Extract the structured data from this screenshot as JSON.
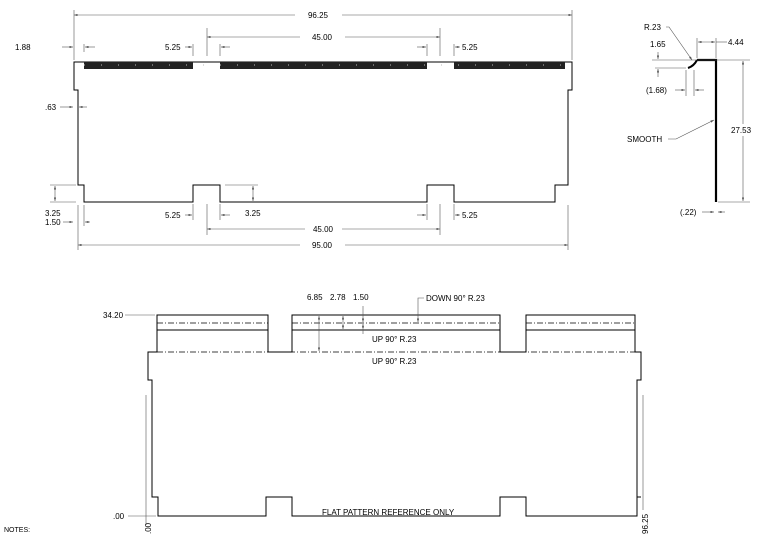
{
  "top_view": {
    "overall_width": "96.25",
    "tab_spacing_top": "45.00",
    "left_offset": "1.88",
    "gap_left_top": "5.25",
    "gap_right_top": "5.25",
    "edge_offset": ".63",
    "notch_depth_left": "3.25",
    "notch_offset_left": "1.50",
    "gap_left_bottom": "5.25",
    "notch_depth_mid": "3.25",
    "gap_right_bottom": "5.25",
    "tab_spacing_bottom": "45.00",
    "bottom_width": "95.00"
  },
  "side_view": {
    "radius": "R.23",
    "flange_height": "1.65",
    "flange_width": "4.44",
    "hook_offset": "(1.68)",
    "smooth_label": "SMOOTH",
    "height": "27.53",
    "thickness": "(.22)"
  },
  "flat_pattern": {
    "top_ordinate": "34.20",
    "bottom_ordinate": ".00",
    "left_ordinate": ".00",
    "right_ordinate": "96.25",
    "dim_a": "6.85",
    "dim_b": "2.78",
    "dim_c": "1.50",
    "bend_down": "DOWN 90° R.23",
    "bend_up_1": "UP 90° R.23",
    "bend_up_2": "UP 90° R.23",
    "reference_note": "FLAT PATTERN REFERENCE ONLY"
  },
  "notes_label": "NOTES:"
}
